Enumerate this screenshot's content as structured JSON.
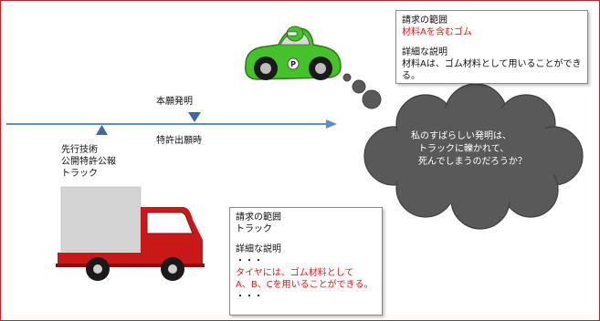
{
  "timeline": {
    "invention_label": "本願発明",
    "filing_label": "特許出願時",
    "prior_art_lines": [
      "先行技術",
      "公開特許公報",
      "トラック"
    ]
  },
  "invention_box": {
    "claims_heading": "請求の範囲",
    "claims_text": "材料Aを含むゴム",
    "description_heading": "詳細な説明",
    "description_text": "材料Aは、ゴム材料として用いることができる。"
  },
  "prior_art_box": {
    "claims_heading": "請求の範囲",
    "claims_text": "トラック",
    "description_heading": "詳細な説明",
    "ellipsis_top": "・・・",
    "highlight_line1": "タイヤには、ゴム材料として",
    "highlight_line2": "A、B、Cを用いることができる。",
    "ellipsis_bottom": "・・・"
  },
  "thought_cloud": {
    "line1": "私のすばらしい発明は、",
    "line2": "トラックに轢かれて、",
    "line3": "死んでしまうのだろうか？"
  },
  "car": {
    "badge": "P"
  },
  "colors": {
    "frame": "#cc1f1f",
    "timeline": "#5b8fc9",
    "marker": "#3d6aa6",
    "cloud": "#595959",
    "car_green": "#45c12a",
    "truck_red": "#c81818",
    "highlight": "#d6201f"
  }
}
